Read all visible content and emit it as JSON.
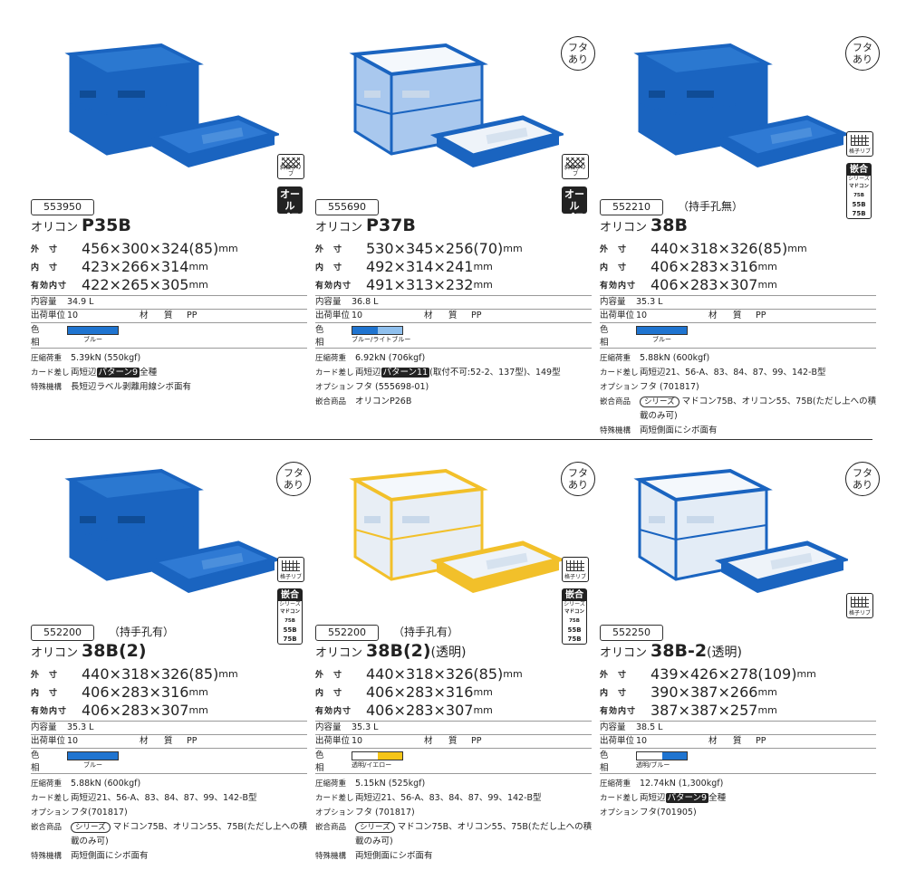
{
  "products": [
    {
      "code": "553950",
      "code_note": "",
      "name_prefix": "オリコン",
      "model": "P35B",
      "suffix": "",
      "has_lid": false,
      "lid_label": "",
      "rib_label": "斜格子リブ",
      "badge_all_pla": "オール\nプラ",
      "kango_badge": null,
      "box_color": "#1a64c0",
      "box_light": "#2f7ad4",
      "dims": [
        {
          "label": "外　寸",
          "value": "456×300×324(85)",
          "unit": "mm"
        },
        {
          "label": "内　寸",
          "value": "423×266×314",
          "unit": "mm"
        },
        {
          "label": "有効内寸",
          "value": "422×265×305",
          "unit": "mm"
        }
      ],
      "capacity_label": "内容量",
      "capacity": "34.9 L",
      "unit_label": "出荷単位",
      "unit_value": "10",
      "material_label": "材　質",
      "material": "PP",
      "color_label": "色　相",
      "swatch": [
        "#1f74d0",
        "#1f74d0"
      ],
      "swatch_label": "ブルー",
      "details": [
        {
          "k": "圧縮荷重",
          "v": "5.39kN (550kgf)"
        },
        {
          "k": "カード差し",
          "v_pre": "両短辺",
          "v_hl": "パターン9",
          "v_post": "全種"
        },
        {
          "k": "特殊機構",
          "v": "長短辺ラベル剥離用線シボ面有"
        }
      ]
    },
    {
      "code": "555690",
      "code_note": "",
      "name_prefix": "オリコン",
      "model": "P37B",
      "suffix": "",
      "has_lid": true,
      "lid_label": "フタ\nあり",
      "rib_label": "斜格子リブ",
      "badge_all_pla": "オール\nプラ",
      "kango_badge": null,
      "box_color": "#1a64c0",
      "box_light": "#a9c8ee",
      "dims": [
        {
          "label": "外　寸",
          "value": "530×345×256(70)",
          "unit": "mm"
        },
        {
          "label": "内　寸",
          "value": "492×314×241",
          "unit": "mm"
        },
        {
          "label": "有効内寸",
          "value": "491×313×232",
          "unit": "mm"
        }
      ],
      "capacity_label": "内容量",
      "capacity": "36.8 L",
      "unit_label": "出荷単位",
      "unit_value": "10",
      "material_label": "材　質",
      "material": "PP",
      "color_label": "色　相",
      "swatch": [
        "#1f74d0",
        "#8fc0ee"
      ],
      "swatch_label": "ブルー/ライトブルー",
      "details": [
        {
          "k": "圧縮荷重",
          "v": "6.92kN (706kgf)"
        },
        {
          "k": "カード差し",
          "v_pre": "両短辺",
          "v_hl": "パターン11",
          "v_post": "(取付不可:52-2、137型)、149型"
        },
        {
          "k": "オプション",
          "v": "フタ (555698-01)"
        },
        {
          "k": "嵌合商品",
          "v": "オリコンP26B"
        }
      ]
    },
    {
      "code": "552210",
      "code_note": "（持手孔無）",
      "name_prefix": "オリコン",
      "model": "38B",
      "suffix": "",
      "has_lid": true,
      "lid_label": "フタ\nあり",
      "rib_label": "格子リブ",
      "badge_all_pla": "",
      "kango_badge": {
        "head": "嵌合",
        "sub": "シリーズ",
        "l1": "マドコン75B",
        "l2": "55B",
        "l3": "75B"
      },
      "box_color": "#1a64c0",
      "box_light": "#2f7ad4",
      "dims": [
        {
          "label": "外　寸",
          "value": "440×318×326(85)",
          "unit": "mm"
        },
        {
          "label": "内　寸",
          "value": "406×283×316",
          "unit": "mm"
        },
        {
          "label": "有効内寸",
          "value": "406×283×307",
          "unit": "mm"
        }
      ],
      "capacity_label": "内容量",
      "capacity": "35.3 L",
      "unit_label": "出荷単位",
      "unit_value": "10",
      "material_label": "材　質",
      "material": "PP",
      "color_label": "色　相",
      "swatch": [
        "#1f74d0",
        "#1f74d0"
      ],
      "swatch_label": "ブルー",
      "details": [
        {
          "k": "圧縮荷重",
          "v": "5.88kN (600kgf)"
        },
        {
          "k": "カード差し",
          "v": "両短辺21、56-A、83、84、87、99、142-B型"
        },
        {
          "k": "オプション",
          "v": "フタ (701817)"
        },
        {
          "k": "嵌合商品",
          "v_series": "シリーズ",
          "v": "マドコン75B、オリコン55、75B(ただし上への積載のみ可)"
        },
        {
          "k": "特殊機構",
          "v": "両短側面にシボ面有"
        }
      ]
    },
    {
      "code": "552200",
      "code_note": "（持手孔有）",
      "name_prefix": "オリコン",
      "model": "38B(2)",
      "suffix": "",
      "has_lid": true,
      "lid_label": "フタ\nあり",
      "rib_label": "格子リブ",
      "badge_all_pla": "",
      "kango_badge": {
        "head": "嵌合",
        "sub": "シリーズ",
        "l1": "マドコン75B",
        "l2": "55B",
        "l3": "75B"
      },
      "box_color": "#1a64c0",
      "box_light": "#2f7ad4",
      "dims": [
        {
          "label": "外　寸",
          "value": "440×318×326(85)",
          "unit": "mm"
        },
        {
          "label": "内　寸",
          "value": "406×283×316",
          "unit": "mm"
        },
        {
          "label": "有効内寸",
          "value": "406×283×307",
          "unit": "mm"
        }
      ],
      "capacity_label": "内容量",
      "capacity": "35.3 L",
      "unit_label": "出荷単位",
      "unit_value": "10",
      "material_label": "材　質",
      "material": "PP",
      "color_label": "色　相",
      "swatch": [
        "#1f74d0",
        "#1f74d0"
      ],
      "swatch_label": "ブルー",
      "details": [
        {
          "k": "圧縮荷重",
          "v": "5.88kN (600kgf)"
        },
        {
          "k": "カード差し",
          "v": "両短辺21、56-A、83、84、87、99、142-B型"
        },
        {
          "k": "オプション",
          "v": "フタ(701817)"
        },
        {
          "k": "嵌合商品",
          "v_series": "シリーズ",
          "v": "マドコン75B、オリコン55、75B(ただし上への積載のみ可)"
        },
        {
          "k": "特殊機構",
          "v": "両短側面にシボ面有"
        }
      ]
    },
    {
      "code": "552200",
      "code_note": "（持手孔有）",
      "name_prefix": "オリコン",
      "model": "38B(2)",
      "suffix": "(透明)",
      "has_lid": true,
      "lid_label": "フタ\nあり",
      "rib_label": "格子リブ",
      "badge_all_pla": "",
      "kango_badge": {
        "head": "嵌合",
        "sub": "シリーズ",
        "l1": "マドコン75B",
        "l2": "55B",
        "l3": "75B"
      },
      "box_color": "#f2c02a",
      "box_light": "#e8eef5",
      "dims": [
        {
          "label": "外　寸",
          "value": "440×318×326(85)",
          "unit": "mm"
        },
        {
          "label": "内　寸",
          "value": "406×283×316",
          "unit": "mm"
        },
        {
          "label": "有効内寸",
          "value": "406×283×307",
          "unit": "mm"
        }
      ],
      "capacity_label": "内容量",
      "capacity": "35.3 L",
      "unit_label": "出荷単位",
      "unit_value": "10",
      "material_label": "材　質",
      "material": "PP",
      "color_label": "色　相",
      "swatch": [
        "#ffffff",
        "#f5c518"
      ],
      "swatch_label": "透明/イエロー",
      "details": [
        {
          "k": "圧縮荷重",
          "v": "5.15kN (525kgf)"
        },
        {
          "k": "カード差し",
          "v": "両短辺21、56-A、83、84、87、99、142-B型"
        },
        {
          "k": "オプション",
          "v": "フタ (701817)"
        },
        {
          "k": "嵌合商品",
          "v_series": "シリーズ",
          "v": "マドコン75B、オリコン55、75B(ただし上への積載のみ可)"
        },
        {
          "k": "特殊機構",
          "v": "両短側面にシボ面有"
        }
      ]
    },
    {
      "code": "552250",
      "code_note": "",
      "name_prefix": "オリコン",
      "model": "38B-2",
      "suffix": "(透明)",
      "has_lid": true,
      "lid_label": "フタ\nあり",
      "rib_label": "格子リブ",
      "badge_all_pla": "",
      "kango_badge": null,
      "box_color": "#1a64c0",
      "box_light": "#e3ecf6",
      "dims": [
        {
          "label": "外　寸",
          "value": "439×426×278(109)",
          "unit": "mm"
        },
        {
          "label": "内　寸",
          "value": "390×387×266",
          "unit": "mm"
        },
        {
          "label": "有効内寸",
          "value": "387×387×257",
          "unit": "mm"
        }
      ],
      "capacity_label": "内容量",
      "capacity": "38.5 L",
      "unit_label": "出荷単位",
      "unit_value": "10",
      "material_label": "材　質",
      "material": "PP",
      "color_label": "色　相",
      "swatch": [
        "#ffffff",
        "#1f74d0"
      ],
      "swatch_label": "透明/ブルー",
      "details": [
        {
          "k": "圧縮荷重",
          "v": "12.74kN (1,300kgf)"
        },
        {
          "k": "カード差し",
          "v_pre": "両短辺",
          "v_hl": "パターン9",
          "v_post": "全種"
        },
        {
          "k": "オプション",
          "v": "フタ(701905)"
        }
      ]
    }
  ]
}
